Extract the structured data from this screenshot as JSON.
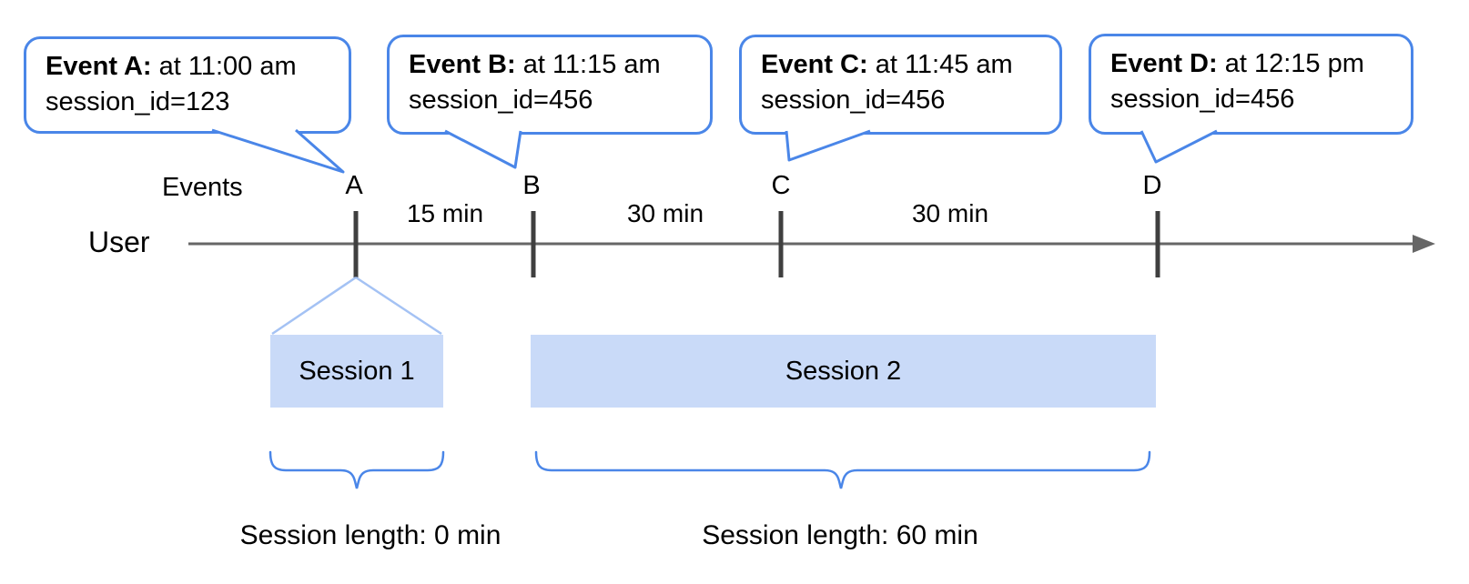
{
  "callouts": [
    {
      "bold": "Event A:",
      "time": " at 11:00 am",
      "session": "session_id=123"
    },
    {
      "bold": "Event B:",
      "time": " at 11:15 am",
      "session": "session_id=456"
    },
    {
      "bold": "Event C:",
      "time": " at 11:45 am",
      "session": "session_id=456"
    },
    {
      "bold": "Event D:",
      "time": " at 12:15 pm",
      "session": "session_id=456"
    }
  ],
  "timeline": {
    "events_label": "Events",
    "user_label": "User",
    "markers": [
      "A",
      "B",
      "C",
      "D"
    ],
    "intervals": [
      "15 min",
      "30 min",
      "30 min"
    ]
  },
  "sessions": [
    {
      "label": "Session 1",
      "length": "Session length: 0 min"
    },
    {
      "label": "Session 2",
      "length": "Session length: 60 min"
    }
  ],
  "colors": {
    "accent_blue": "#4a86e8",
    "session_fill": "#c9daf8",
    "funnel_blue": "#a4c2f4",
    "timeline_gray": "#666666",
    "tick_gray": "#3f3f3f"
  }
}
